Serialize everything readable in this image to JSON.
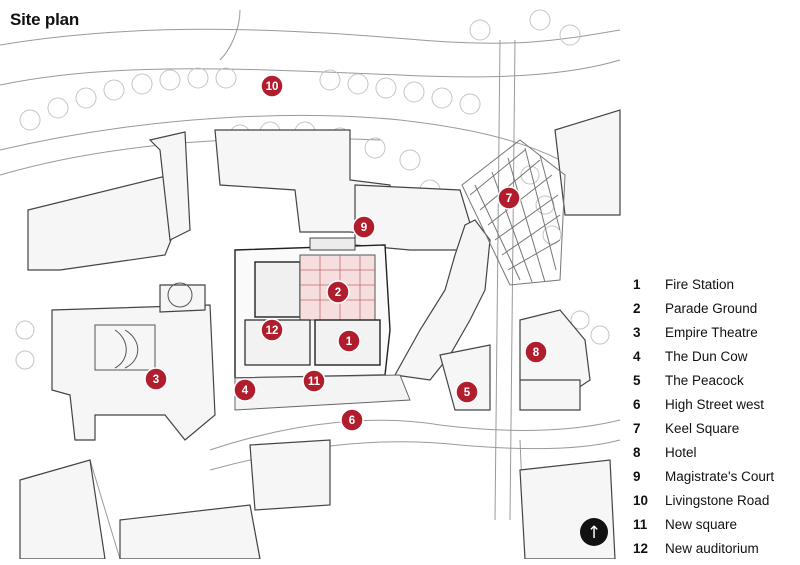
{
  "title": "Site plan",
  "colors": {
    "marker": "#b01e2e",
    "line": "#8a8a8a",
    "fill": "#f4f4f4",
    "tree": "#bdbdbd"
  },
  "legend": [
    {
      "number": "1",
      "label": "Fire Station"
    },
    {
      "number": "2",
      "label": "Parade Ground"
    },
    {
      "number": "3",
      "label": "Empire Theatre"
    },
    {
      "number": "4",
      "label": "The Dun Cow"
    },
    {
      "number": "5",
      "label": "The Peacock"
    },
    {
      "number": "6",
      "label": "High Street west"
    },
    {
      "number": "7",
      "label": "Keel Square"
    },
    {
      "number": "8",
      "label": "Hotel"
    },
    {
      "number": "9",
      "label": "Magistrate's Court"
    },
    {
      "number": "10",
      "label": "Livingstone Road"
    },
    {
      "number": "11",
      "label": "New square"
    },
    {
      "number": "12",
      "label": "New auditorium"
    }
  ],
  "markers": [
    {
      "number": "1",
      "name": "fire-station"
    },
    {
      "number": "2",
      "name": "parade-ground"
    },
    {
      "number": "3",
      "name": "empire-theatre"
    },
    {
      "number": "4",
      "name": "the-dun-cow"
    },
    {
      "number": "5",
      "name": "the-peacock"
    },
    {
      "number": "6",
      "name": "high-street-west"
    },
    {
      "number": "7",
      "name": "keel-square"
    },
    {
      "number": "8",
      "name": "hotel"
    },
    {
      "number": "9",
      "name": "magistrates-court"
    },
    {
      "number": "10",
      "name": "livingstone-road"
    },
    {
      "number": "11",
      "name": "new-square"
    },
    {
      "number": "12",
      "name": "new-auditorium"
    }
  ],
  "north_arrow": {
    "icon": "north-arrow-icon",
    "glyph": "↑"
  }
}
